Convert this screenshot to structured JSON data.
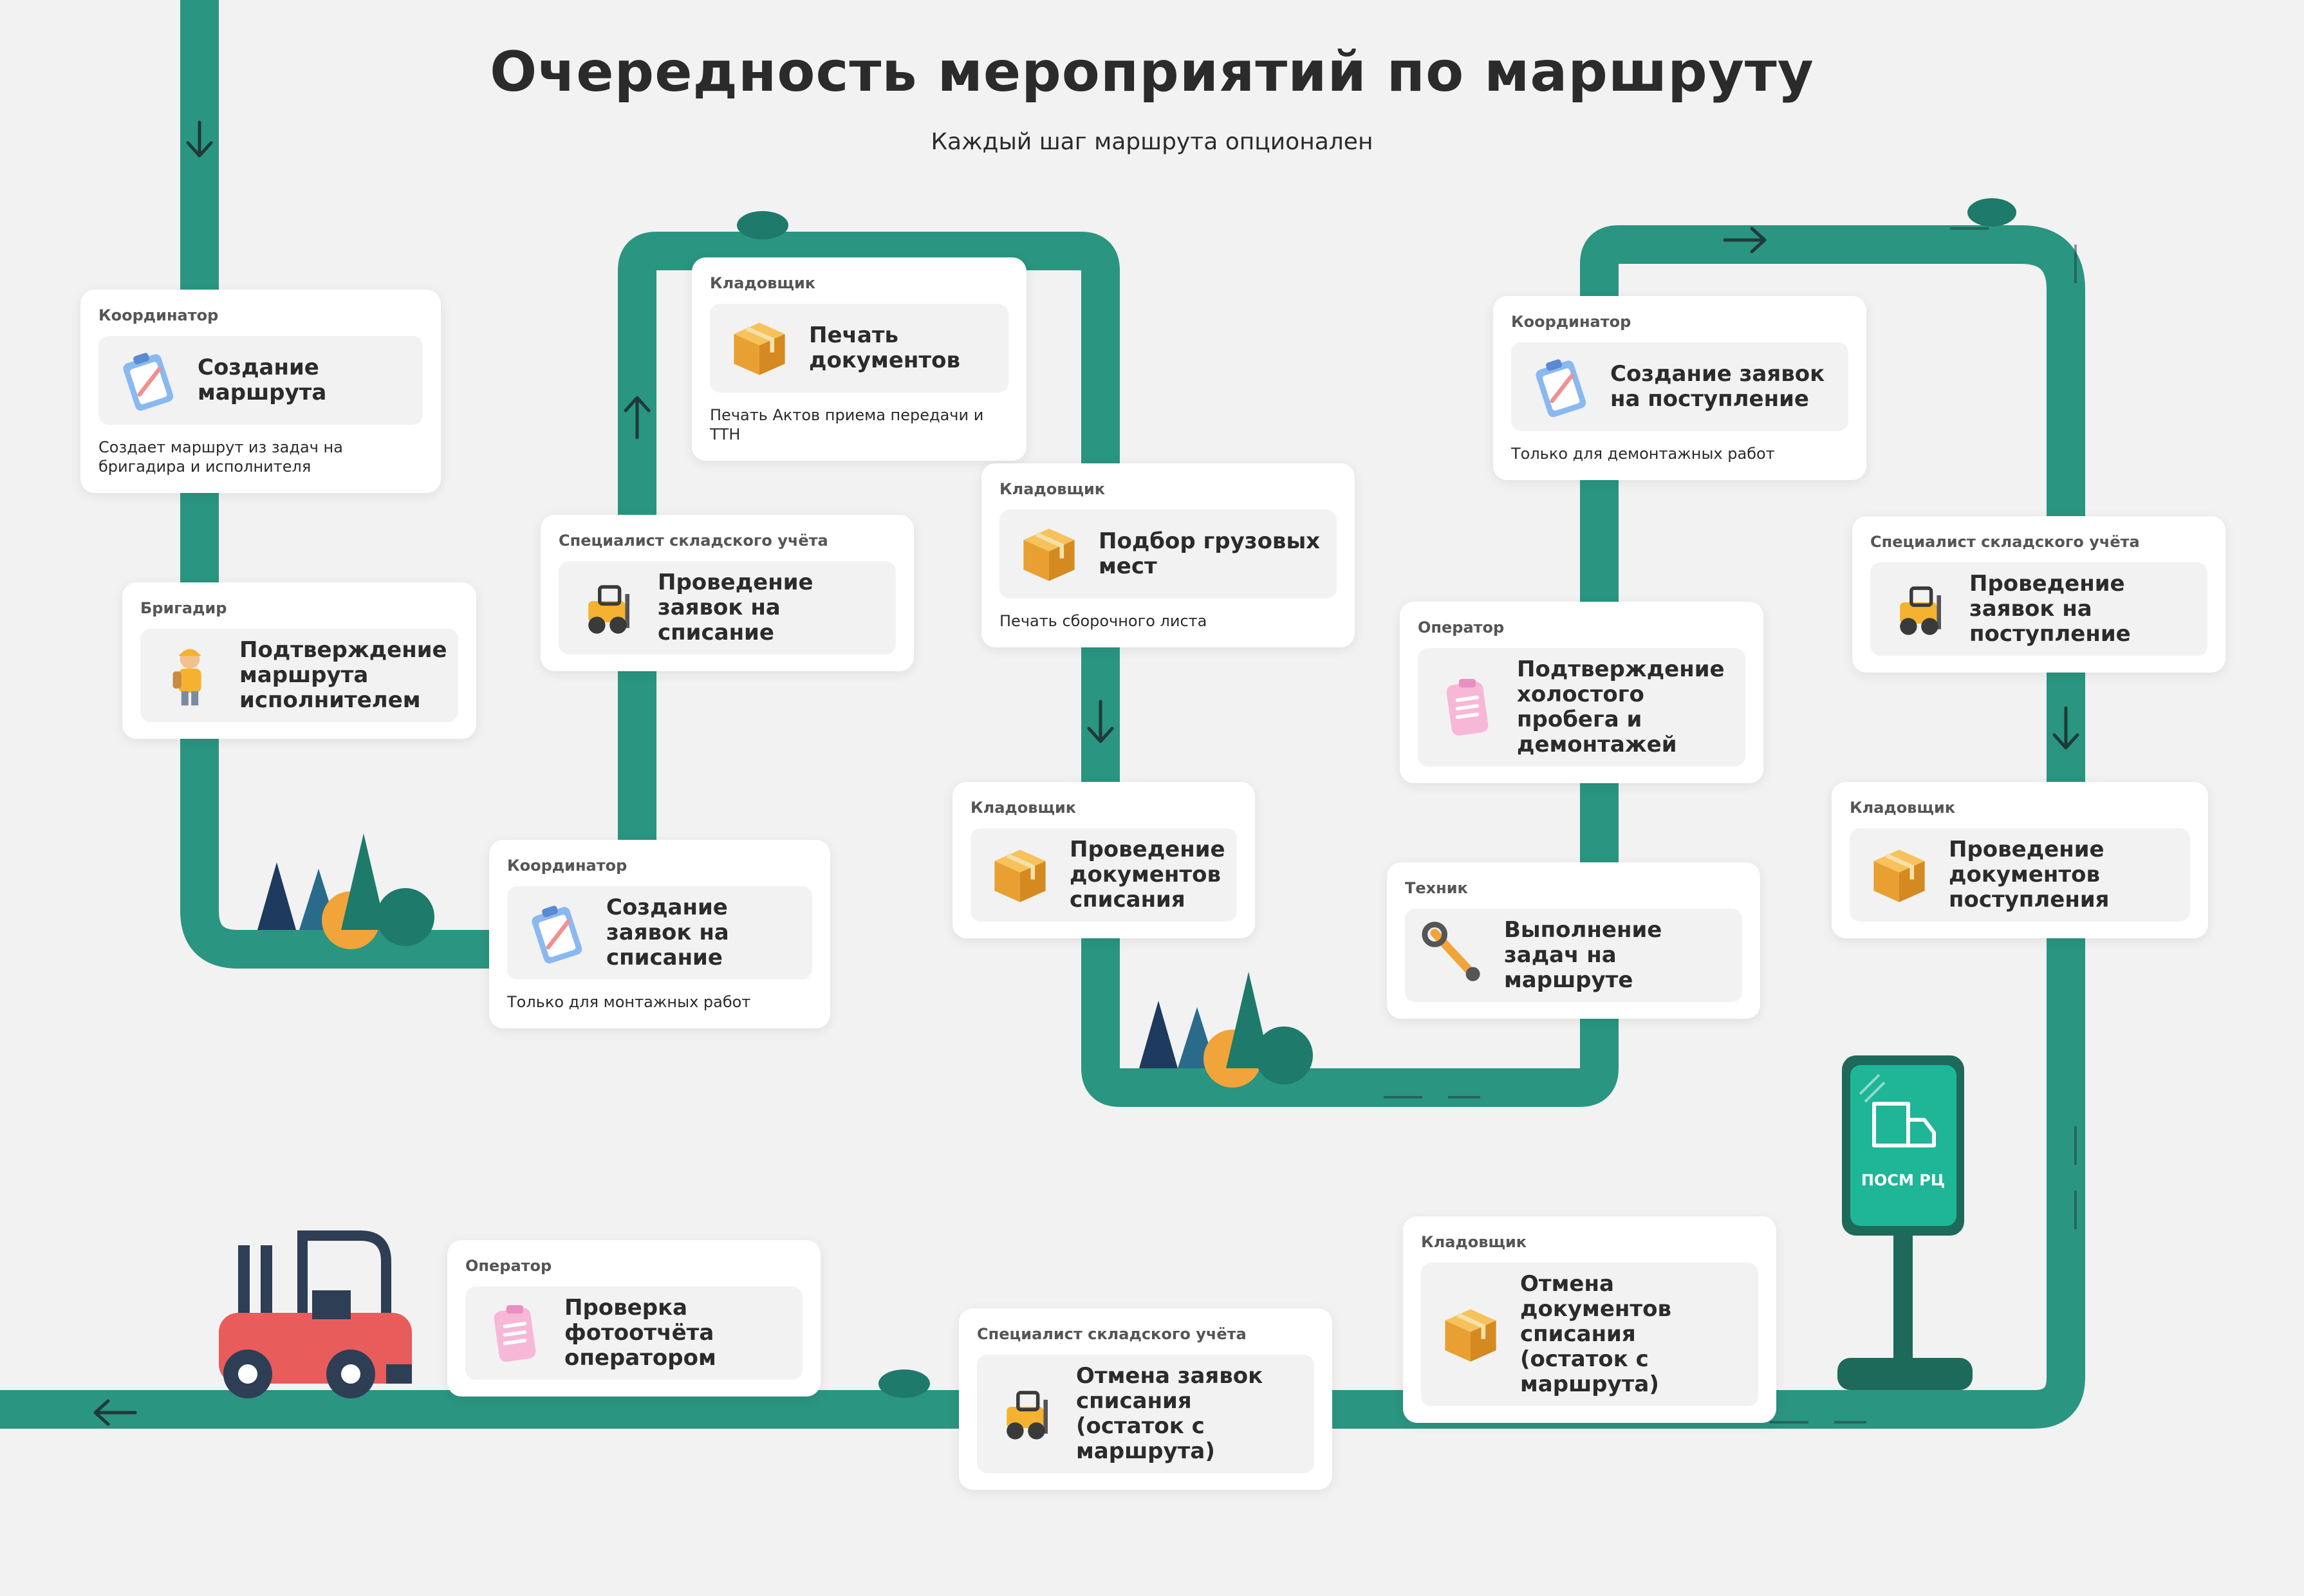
{
  "header": {
    "title": "Очередность мероприятий по маршруту",
    "subtitle": "Каждый шаг маршрута опционален"
  },
  "colors": {
    "road": "#2a9580",
    "sign": "#1fb597",
    "tree_dark": "#1e3a5f",
    "tree_mid": "#2a6a8a",
    "bush": "#1e7a6a",
    "sun": "#f0a43a",
    "forklift_body": "#e85c5c",
    "forklift_frame": "#2d3e55"
  },
  "sign": {
    "label": "ПОСМ РЦ"
  },
  "cards": [
    {
      "role": "Координатор",
      "step": "Создание маршрута",
      "note": "Создает маршрут из задач на бригадира и исполнителя",
      "icon": "clipboard-icon"
    },
    {
      "role": "Бригадир",
      "step": "Подтверждение маршрута исполнителем",
      "note": "",
      "icon": "worker-icon"
    },
    {
      "role": "Координатор",
      "step": "Создание заявок на списание",
      "note": "Только для монтажных работ",
      "icon": "clipboard-icon"
    },
    {
      "role": "Специалист складского учёта",
      "step": "Проведение заявок на списание",
      "note": "",
      "icon": "loader-icon"
    },
    {
      "role": "Кладовщик",
      "step": "Печать документов",
      "note": "Печать Актов приема передачи и ТТН",
      "icon": "box-icon"
    },
    {
      "role": "Кладовщик",
      "step": "Подбор грузовых мест",
      "note": "Печать сборочного листа",
      "icon": "box-icon"
    },
    {
      "role": "Кладовщик",
      "step": "Проведение документов списания",
      "note": "",
      "icon": "box-icon"
    },
    {
      "role": "Техник",
      "step": "Выполнение задач на маршруте",
      "note": "",
      "icon": "wrench-icon"
    },
    {
      "role": "Оператор",
      "step": "Подтверждение холостого пробега и демонтажей",
      "note": "",
      "icon": "checklist-icon"
    },
    {
      "role": "Координатор",
      "step": "Создание заявок на поступление",
      "note": "Только для демонтажных работ",
      "icon": "clipboard-icon"
    },
    {
      "role": "Специалист складского учёта",
      "step": "Проведение заявок на поступление",
      "note": "",
      "icon": "loader-icon"
    },
    {
      "role": "Кладовщик",
      "step": "Проведение документов поступления",
      "note": "",
      "icon": "box-icon"
    },
    {
      "role": "Кладовщик",
      "step": "Отмена документов списания (остаток с маршрута)",
      "note": "",
      "icon": "box-icon"
    },
    {
      "role": "Специалист складского учёта",
      "step": "Отмена заявок списания (остаток с маршрута)",
      "note": "",
      "icon": "loader-icon"
    },
    {
      "role": "Оператор",
      "step": "Проверка фотоотчёта оператором",
      "note": "",
      "icon": "checklist-icon"
    }
  ]
}
